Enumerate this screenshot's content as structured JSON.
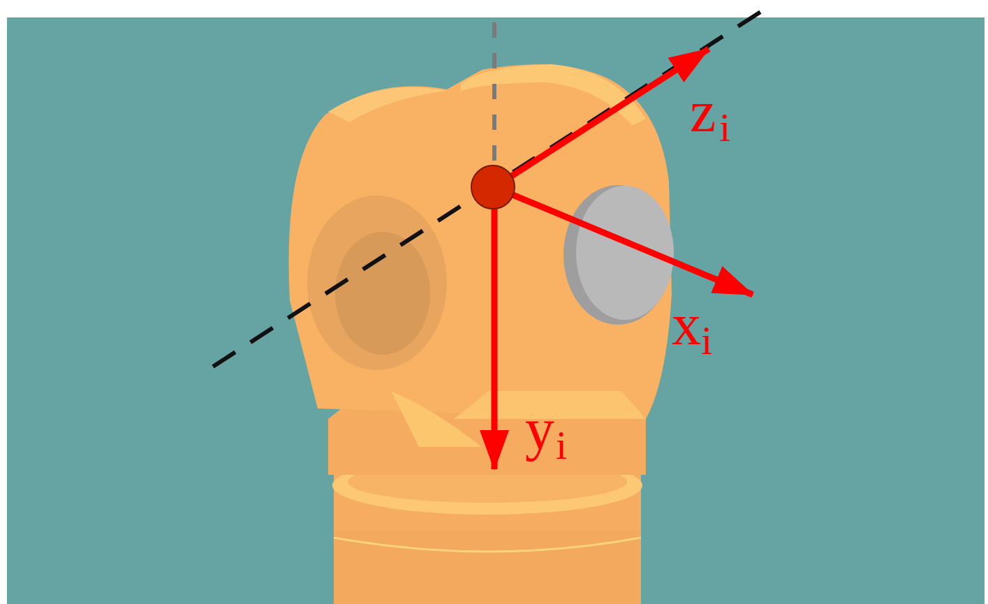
{
  "diagram": {
    "labels": [
      "z",
      "i",
      "x",
      "i",
      "y",
      "i"
    ]
  }
}
